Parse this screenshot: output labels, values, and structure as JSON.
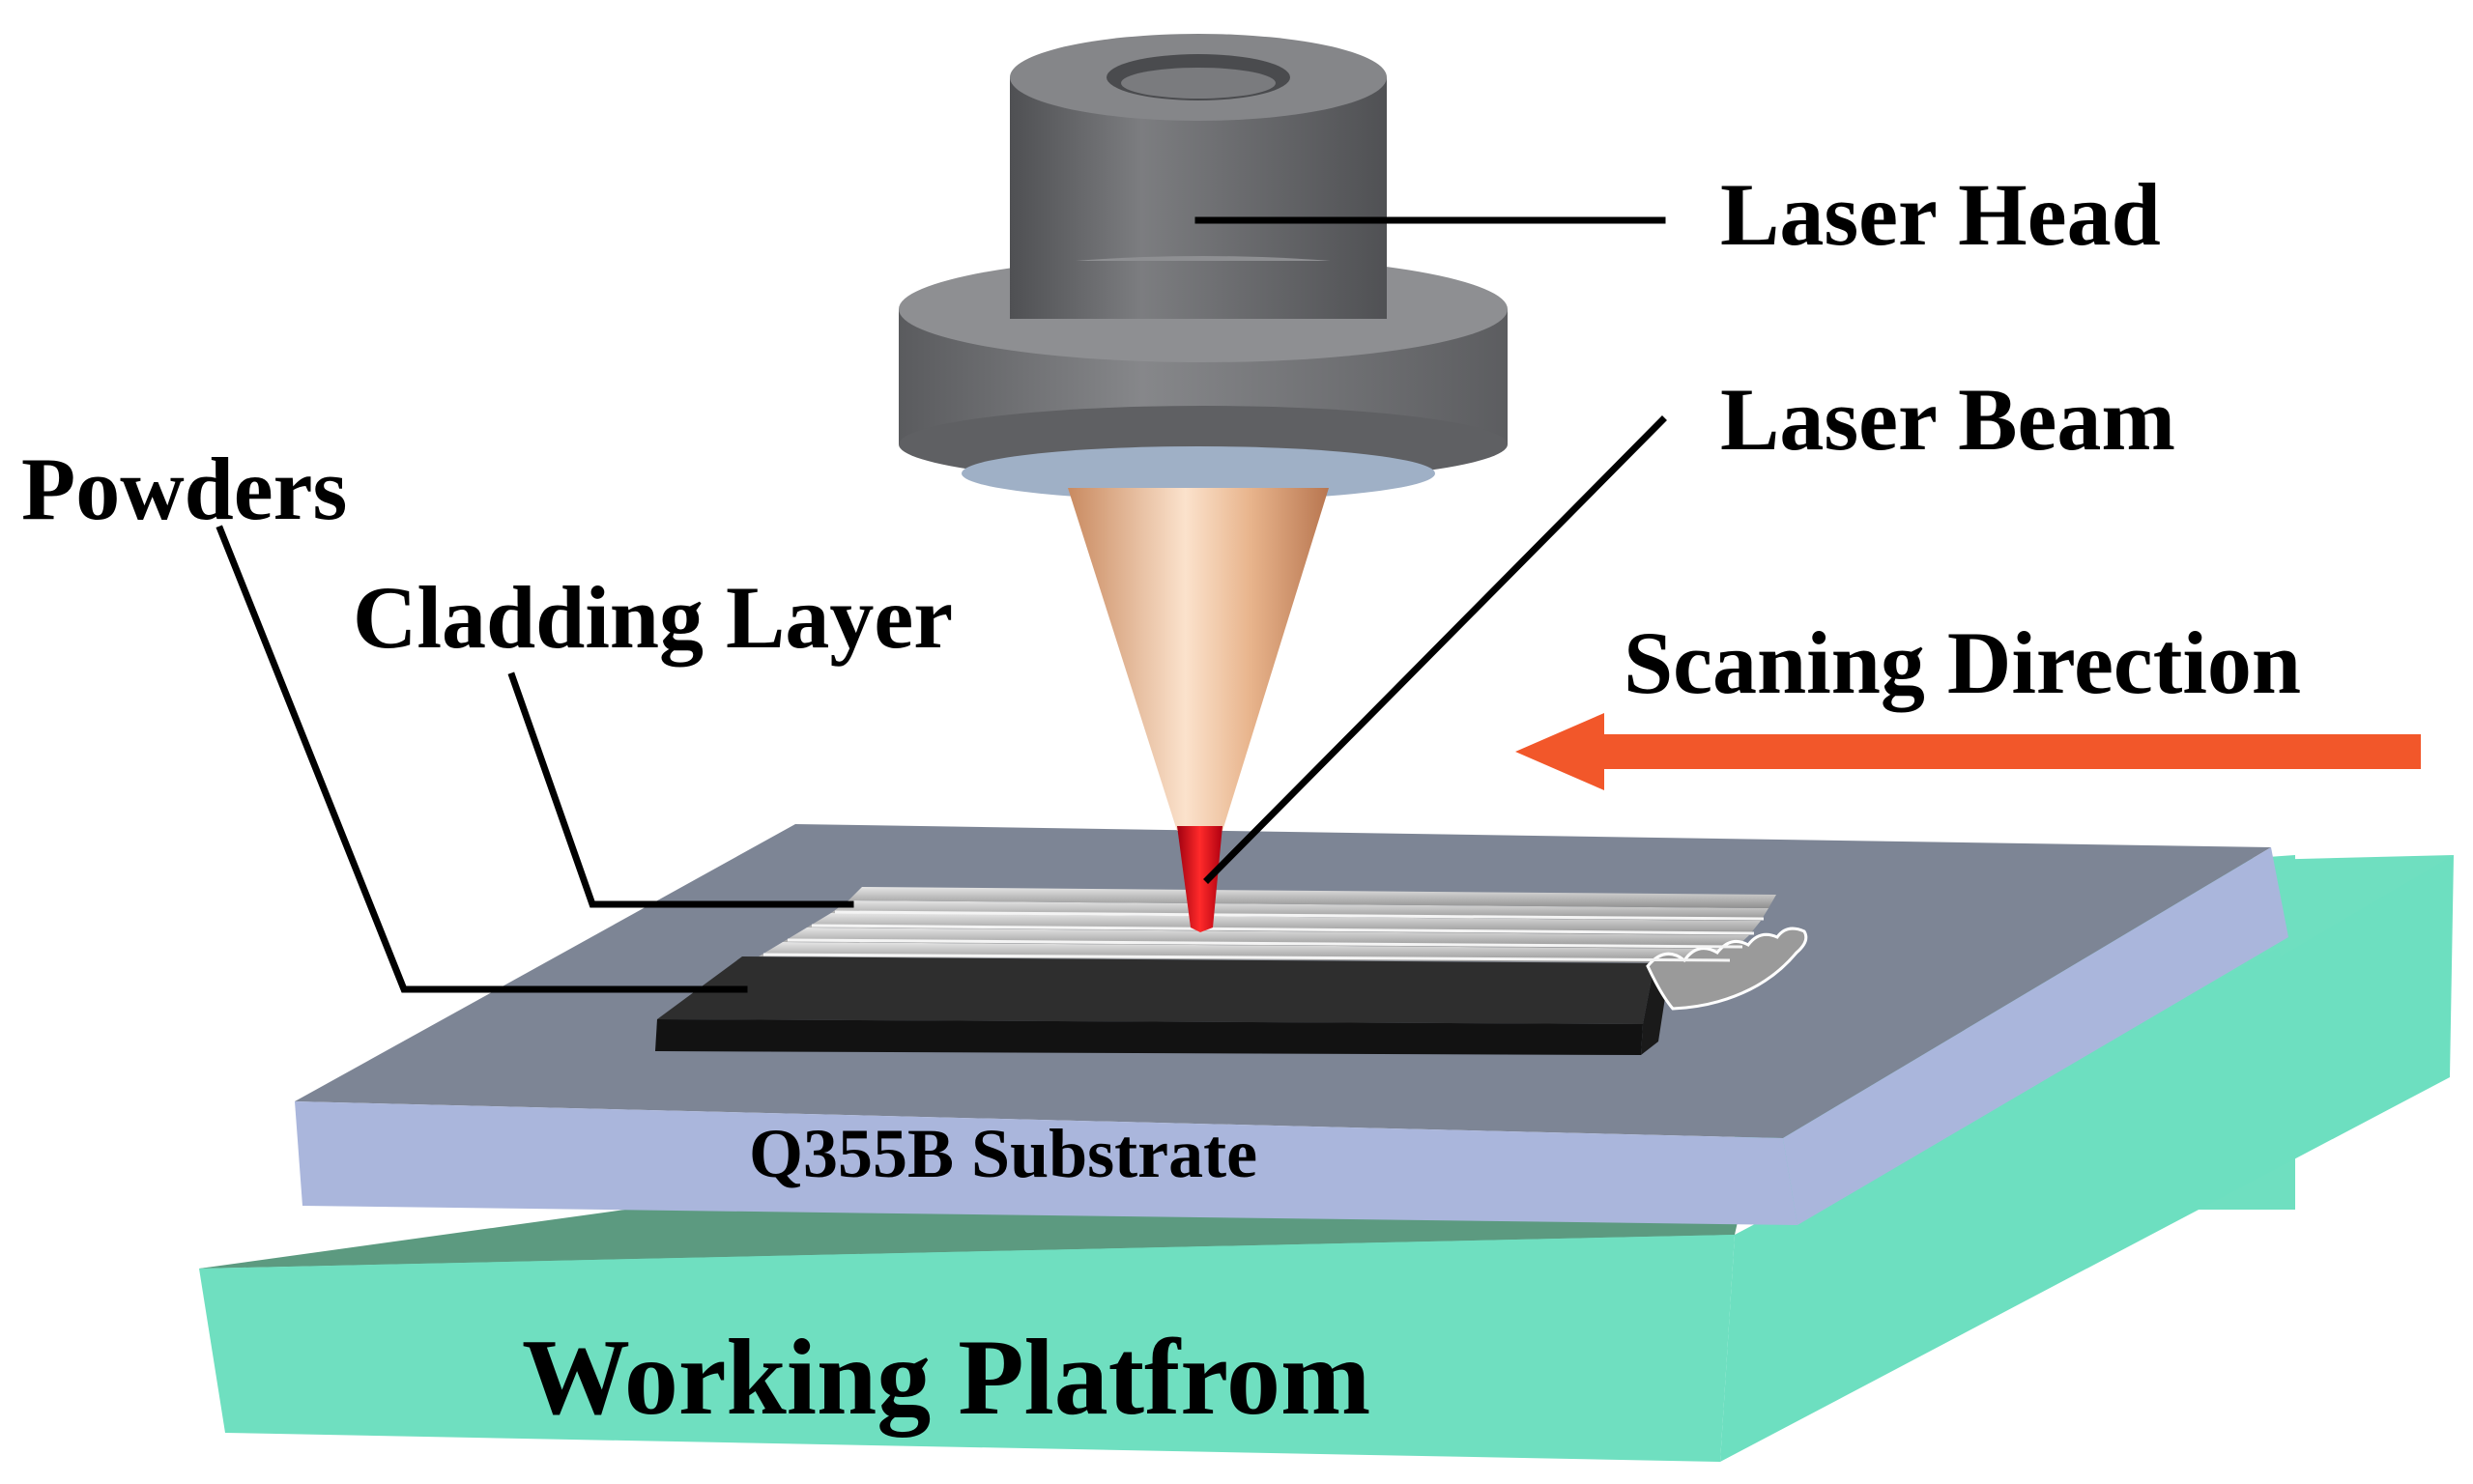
{
  "labels": {
    "laser_head": "Laser Head",
    "laser_beam": "Laser Beam",
    "powders": "Powders",
    "cladding_layer": "Cladding Layer",
    "scanning_direction": "Scaning Direction",
    "substrate": "Q355B Substrate",
    "platform": "Working Platfrom"
  },
  "colors": {
    "platform": "#6fdfc0",
    "substrate": "#aab6dc",
    "substrate_top": "#7d8595",
    "laser_head": "#6f7073",
    "nozzle": "#e8b48c",
    "beam": "#e0141c",
    "arrow": "#f2572a",
    "powder_bed": "#2a2a2a",
    "cladding_tracks": "#b7b7b7"
  }
}
